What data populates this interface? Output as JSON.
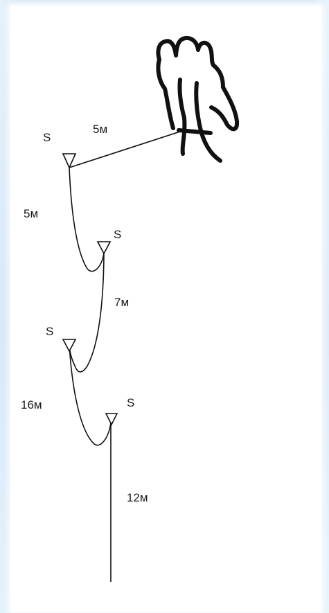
{
  "diagram": {
    "stations": [
      {
        "id": "s1",
        "label": "S"
      },
      {
        "id": "s2",
        "label": "S"
      },
      {
        "id": "s3",
        "label": "S"
      },
      {
        "id": "s4",
        "label": "S"
      }
    ],
    "segments": [
      {
        "id": "tree-to-s1",
        "label": "5м"
      },
      {
        "id": "s1-to-s2",
        "label": "5м"
      },
      {
        "id": "s2-to-s3",
        "label": "7м"
      },
      {
        "id": "s3-to-s4",
        "label": "16м"
      },
      {
        "id": "s4-to-end",
        "label": "12м"
      }
    ],
    "anchor": {
      "icon": "tree-icon"
    },
    "colors": {
      "line": "#111111",
      "background": "#ffffff",
      "frame": "#b5d5f0"
    }
  }
}
